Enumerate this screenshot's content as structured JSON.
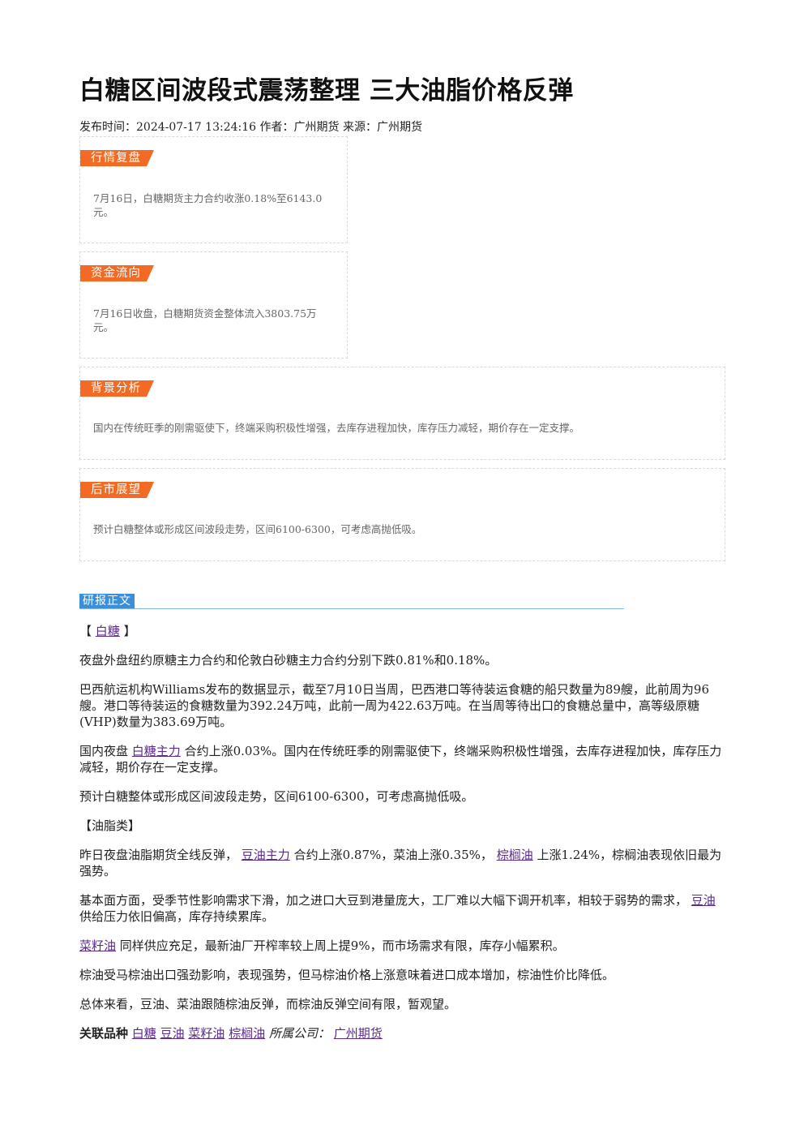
{
  "title": "白糖区间波段式震荡整理 三大油脂价格反弹",
  "meta": "发布时间：2024-07-17 13:24:16 作者：广州期货 来源：广州期货",
  "summary_boxes": [
    {
      "tag": "行情复盘",
      "text": "7月16日，白糖期货主力合约收涨0.18%至6143.0元。"
    },
    {
      "tag": "资金流向",
      "text": "7月16日收盘，白糖期货资金整体流入3803.75万元。"
    },
    {
      "tag": "背景分析",
      "text": "国内在传统旺季的刚需驱使下，终端采购积极性增强，去库存进程加快，库存压力减轻，期价存在一定支撑。"
    },
    {
      "tag": "后市展望",
      "text": "预计白糖整体或形成区间波段走势，区间6100-6300，可考虑高抛低吸。"
    }
  ],
  "report": {
    "heading": "研报正文",
    "sugar_section": {
      "open": "【",
      "link": "白糖",
      "close": "】"
    },
    "p1": "夜盘外盘纽约原糖主力合约和伦敦白砂糖主力合约分别下跌0.81%和0.18%。",
    "p2": "巴西航运机构Williams发布的数据显示，截至7月10日当周，巴西港口等待装运食糖的船只数量为89艘，此前周为96艘。港口等待装运的食糖数量为392.24万吨，此前一周为422.63万吨。在当周等待出口的食糖总量中，高等级原糖(VHP)数量为383.69万吨。",
    "p3": {
      "a": "国内夜盘",
      "link": "白糖主力",
      "b": "合约上涨0.03%。国内在传统旺季的刚需驱使下，终端采购积极性增强，去库存进程加快，库存压力减轻，期价存在一定支撑。"
    },
    "p4": "预计白糖整体或形成区间波段走势，区间6100-6300，可考虑高抛低吸。",
    "oils_section": "【油脂类】",
    "p5": {
      "a": "昨日夜盘油脂期货全线反弹，",
      "link1": "豆油主力",
      "b": "合约上涨0.87%，菜油上涨0.35%，",
      "link2": "棕榈油",
      "c": "上涨1.24%，棕榈油表现依旧最为强势。"
    },
    "p6": {
      "a": "基本面方面，受季节性影响需求下滑，加之进口大豆到港量庞大，工厂难以大幅下调开机率，相较于弱势的需求，",
      "link": "豆油",
      "b": "供给压力依旧偏高，库存持续累库。"
    },
    "p7": {
      "link": "菜籽油",
      "b": "同样供应充足，最新油厂开榨率较上周上提9%，而市场需求有限，库存小幅累积。"
    },
    "p8": "棕油受马棕油出口强劲影响，表现强势，但马棕油价格上涨意味着进口成本增加，棕油性价比降低。",
    "p9": "总体来看，豆油、菜油跟随棕油反弹，而棕油反弹空间有限，暂观望。",
    "related": {
      "label": "关联品种",
      "items": [
        "白糖",
        "豆油",
        "菜籽油",
        "棕榈油"
      ],
      "company_label": "所属公司：",
      "company": "广州期货"
    }
  },
  "colors": {
    "tag_orange": "#f26a23",
    "tag_blue": "#3a8fd8",
    "link": "#5a2d8a"
  }
}
